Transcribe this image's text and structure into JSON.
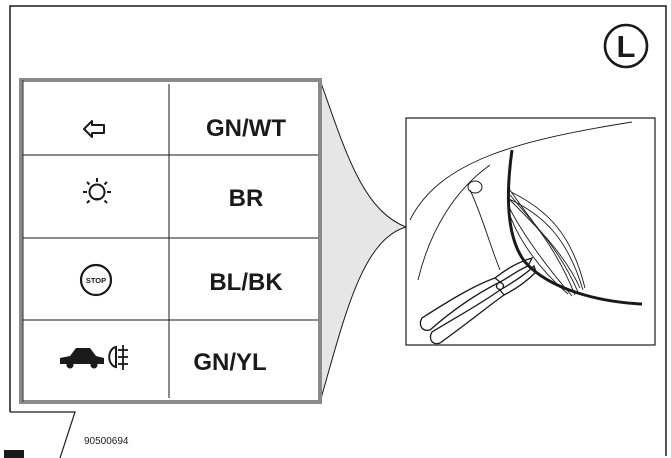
{
  "badge": {
    "letter": "L"
  },
  "wire_table": {
    "rows": [
      {
        "icon": "turn-signal-arrow-icon",
        "code": "GN/WT"
      },
      {
        "icon": "parking-light-bulb-icon",
        "code": "BR"
      },
      {
        "icon": "stop-light-icon",
        "icon_text": "STOP",
        "code": "BL/BK"
      },
      {
        "icon": "car-fog-light-icon",
        "code": "GN/YL"
      }
    ]
  },
  "detail": {
    "illustration": "wire-cutting-pliers-illustration"
  },
  "footer": {
    "doc_number": "90500694"
  },
  "colors": {
    "line": "#1a1a1a",
    "table_border": "#8a8a8a",
    "callout_fill": "#e6e6e6",
    "background": "#ffffff"
  }
}
